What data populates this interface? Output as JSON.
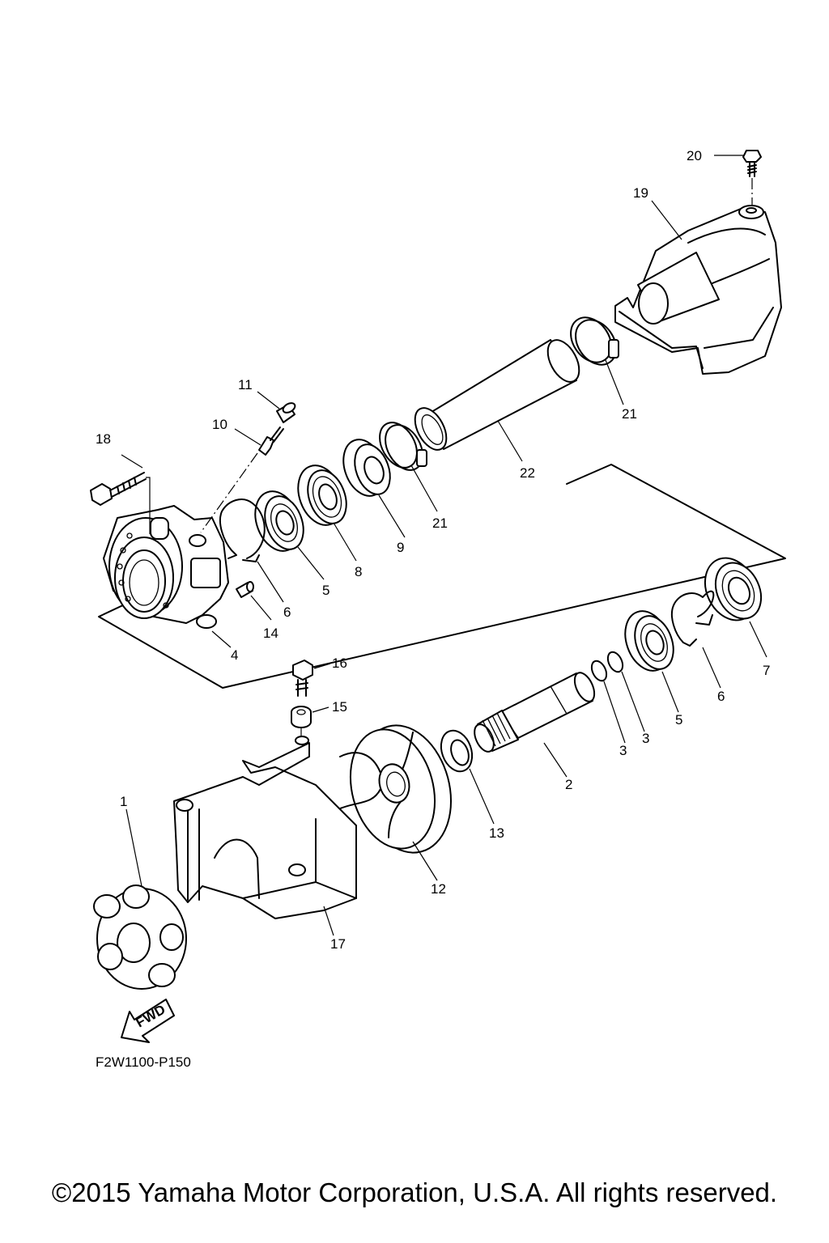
{
  "diagram": {
    "callouts": {
      "c1": "1",
      "c2": "2",
      "c3a": "3",
      "c3b": "3",
      "c4": "4",
      "c5a": "5",
      "c5b": "5",
      "c6a": "6",
      "c6b": "6",
      "c7": "7",
      "c8": "8",
      "c9": "9",
      "c10": "10",
      "c11": "11",
      "c12": "12",
      "c13": "13",
      "c14": "14",
      "c15": "15",
      "c16": "16",
      "c17": "17",
      "c18": "18",
      "c19": "19",
      "c20": "20",
      "c21a": "21",
      "c21b": "21",
      "c22": "22"
    },
    "fwd_label": "FWD",
    "diagram_code": "F2W1100-P150"
  },
  "footer": {
    "copyright": "©2015 Yamaha Motor Corporation, U.S.A. All rights reserved."
  }
}
